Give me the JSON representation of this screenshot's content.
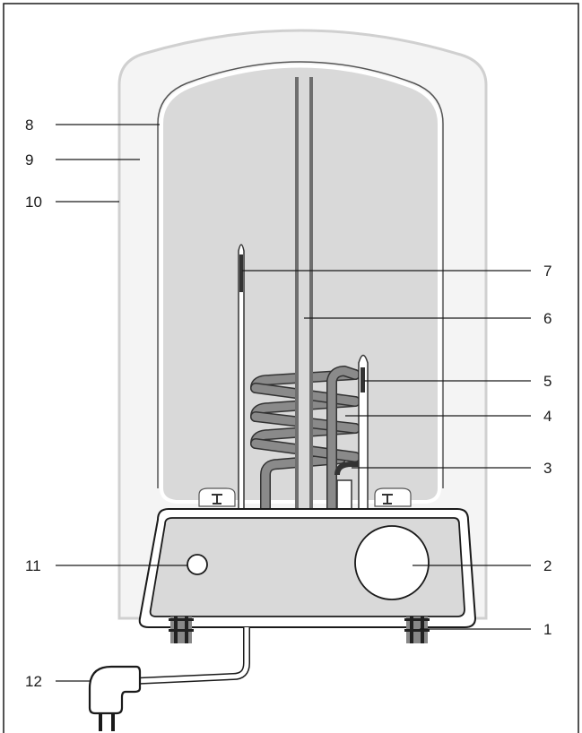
{
  "colors": {
    "frame": "#1a1a1a",
    "outer_casing": "#f4f4f4",
    "outer_casing_stroke": "#d0d0d0",
    "tank": "#d9d9d9",
    "coil": "#8a8a8a",
    "rod": "#6e6e6e",
    "line": "#1a1a1a",
    "white": "#ffffff"
  },
  "callouts": [
    {
      "id": "1",
      "label": "1"
    },
    {
      "id": "2",
      "label": "2"
    },
    {
      "id": "3",
      "label": "3"
    },
    {
      "id": "4",
      "label": "4"
    },
    {
      "id": "5",
      "label": "5"
    },
    {
      "id": "6",
      "label": "6"
    },
    {
      "id": "7",
      "label": "7"
    },
    {
      "id": "8",
      "label": "8"
    },
    {
      "id": "9",
      "label": "9"
    },
    {
      "id": "10",
      "label": "10"
    },
    {
      "id": "11",
      "label": "11"
    },
    {
      "id": "12",
      "label": "12"
    }
  ]
}
